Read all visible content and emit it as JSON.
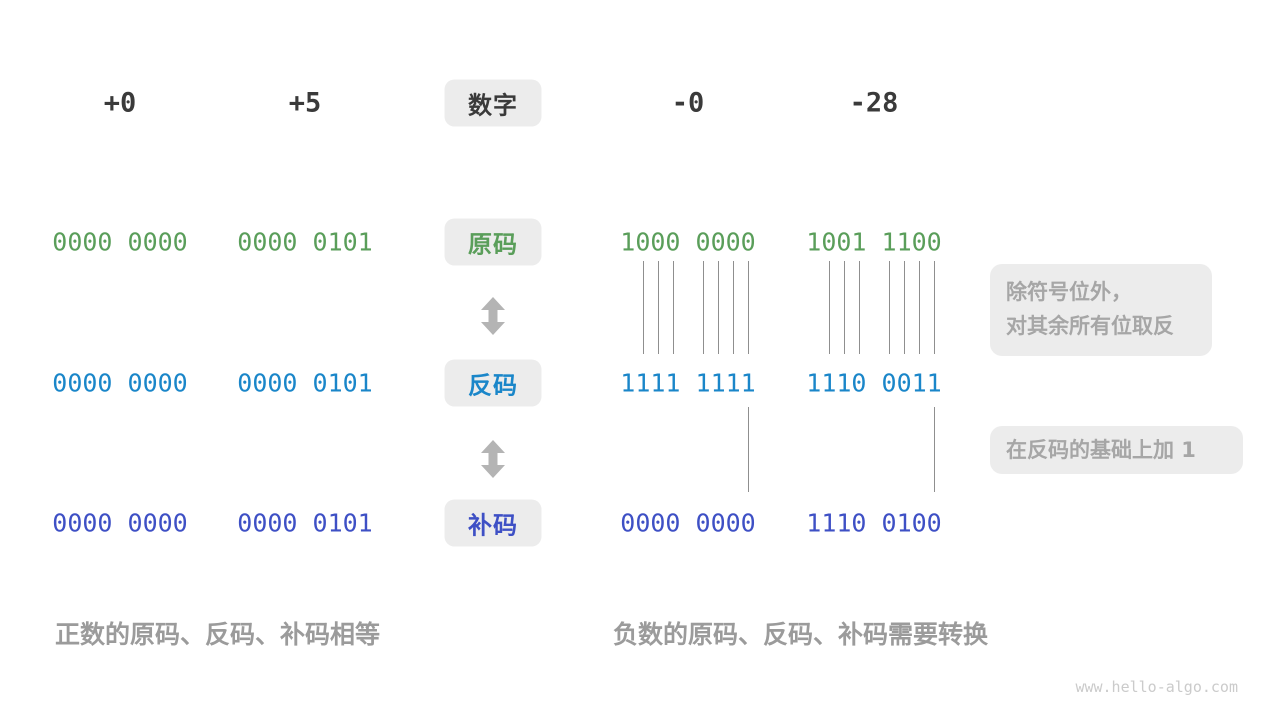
{
  "colors": {
    "green": "#5a9e5a",
    "blue": "#1a86c9",
    "indigo": "#3e50c5",
    "ink": "#3a3a3a",
    "boxbg": "#ececec",
    "notegray": "#a6a6a6",
    "captiongray": "#9b9b9b",
    "arrowgray": "#b4b4b4",
    "linegray": "#8f8f8f",
    "wmgray": "#cbcbcb"
  },
  "header": {
    "row_label": "数字",
    "values": [
      "+0",
      "+5",
      "-0",
      "-28"
    ]
  },
  "rows": [
    {
      "key": "sign_magnitude",
      "label": "原码",
      "color": "green",
      "values": [
        "0000 0000",
        "0000 0101",
        "1000 0000",
        "1001 1100"
      ]
    },
    {
      "key": "ones_complement",
      "label": "反码",
      "color": "blue",
      "values": [
        "0000 0000",
        "0000 0101",
        "1111 1111",
        "1110 0011"
      ]
    },
    {
      "key": "twos_complement",
      "label": "补码",
      "color": "indigo",
      "values": [
        "0000 0000",
        "0000 0101",
        "0000 0000",
        "1110 0100"
      ]
    }
  ],
  "callouts": {
    "flip": {
      "line1": "除符号位外，",
      "line2": "对其余所有位取反"
    },
    "add_one": {
      "text": "在反码的基础上加 1"
    }
  },
  "captions": {
    "positive": "正数的原码、反码、补码相等",
    "negative": "负数的原码、反码、补码需要转换"
  },
  "watermark": "www.hello-algo.com",
  "connectors": {
    "flip_char_indices": [
      1,
      2,
      3,
      5,
      6,
      7,
      8
    ],
    "carry_char_indices": [
      8
    ]
  }
}
